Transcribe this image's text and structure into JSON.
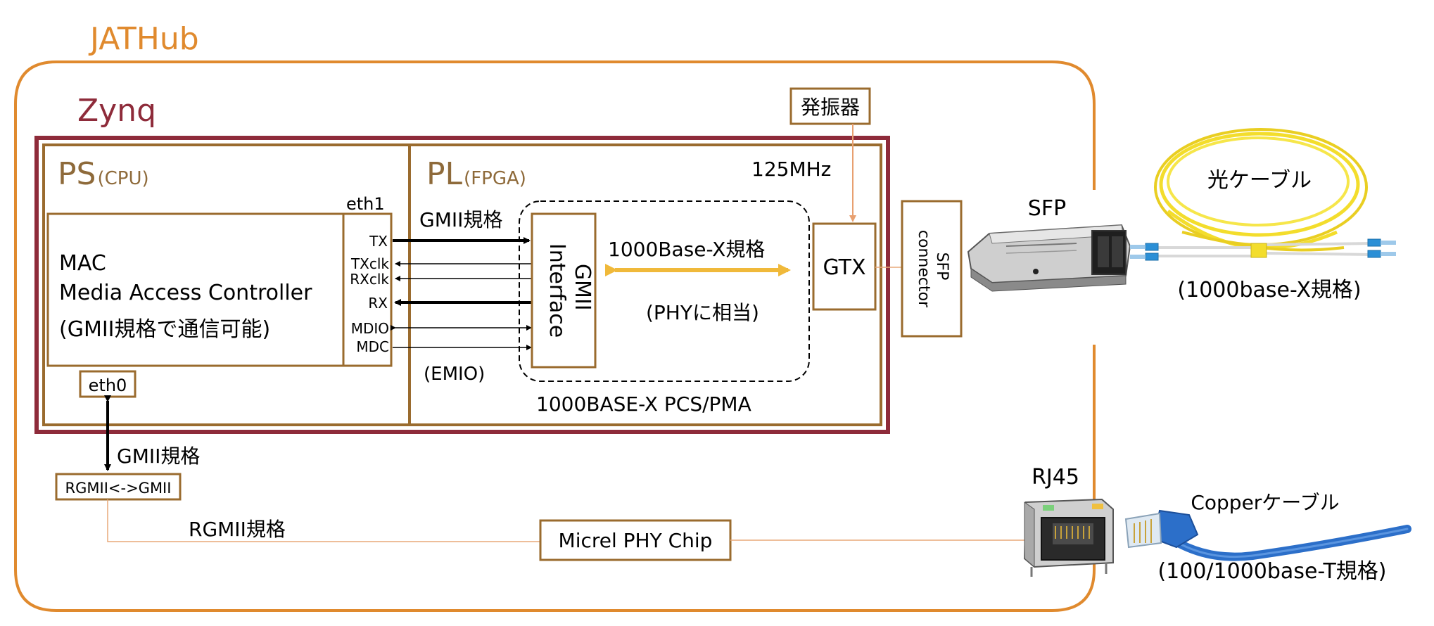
{
  "jathub": {
    "title": "JATHub"
  },
  "zynq": {
    "title": "Zynq"
  },
  "ps": {
    "title": "PS",
    "subtitle": "(CPU)"
  },
  "pl": {
    "title": "PL",
    "subtitle": "(FPGA)"
  },
  "mac": {
    "line1": "MAC",
    "line2": "Media Access Controller",
    "line3": "(GMII規格で通信可能)"
  },
  "eth1": {
    "label": "eth1",
    "signals": [
      "TX",
      "TXclk",
      "RXclk",
      "RX",
      "MDIO",
      "MDC"
    ]
  },
  "eth0": {
    "label": "eth0"
  },
  "gmii_interface": {
    "line1": "GMII",
    "line2": "Interface"
  },
  "labels": {
    "gmii_spec_top": "GMII規格",
    "emio": "(EMIO)",
    "base_x_spec": "1000Base-X規格",
    "phy_equiv": "(PHYに相当)",
    "pcs_pma": "1000BASE-X PCS/PMA",
    "gtx": "GTX",
    "freq": "125MHz",
    "oscillator": "発振器",
    "gmii_spec_bottom": "GMII規格",
    "rgmii_gmii": "RGMII<->GMII",
    "rgmii_spec": "RGMII規格",
    "micrel": "Micrel PHY Chip"
  },
  "sfp": {
    "connector_line1": "SFP",
    "connector_line2": "connector",
    "label": "SFP"
  },
  "fiber": {
    "label": "光ケーブル",
    "spec": "(1000base-X規格)"
  },
  "rj45": {
    "label": "RJ45"
  },
  "copper": {
    "label": "Copperケーブル",
    "spec": "(100/1000base-T規格)"
  },
  "colors": {
    "jathub": "#E08A2E",
    "zynq": "#8E2B3A",
    "block": "#9A6B2E",
    "ps_text": "#8E6A3A",
    "yellow_arrow": "#F0B93A",
    "thin_line": "#E8A878",
    "cable_yellow": "#F3DD2C",
    "cable_blue": "#2C6FC9"
  }
}
